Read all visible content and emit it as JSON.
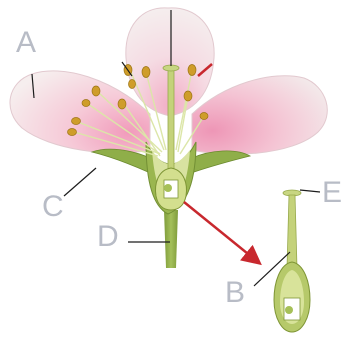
{
  "labels": {
    "a": "A",
    "b": "B",
    "c": "C",
    "d": "D",
    "e": "E"
  },
  "colors": {
    "label_text": "#b8bcc6",
    "pointer_line": "#1c1c1c",
    "arrow": "#c8282e",
    "petal_base": "#f5ecec",
    "petal_pink": "#f0a6c0",
    "stem_green": "#94b24c",
    "pistil_green": "#c4d27a",
    "anther": "#cf9d2a"
  }
}
